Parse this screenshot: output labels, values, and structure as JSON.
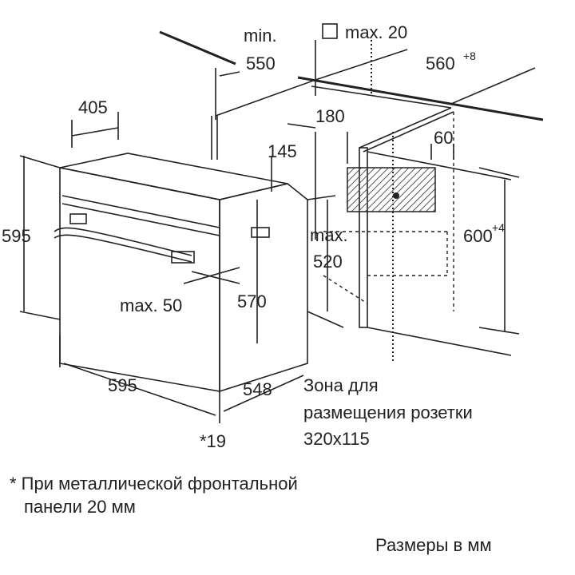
{
  "dims": {
    "min_label": "min.",
    "min_value": "550",
    "max20": "max. 20",
    "niche_width": "560",
    "niche_width_tol": "+8",
    "door_depth": "405",
    "d180": "180",
    "d60": "60",
    "d145": "145",
    "height_left": "595",
    "max520_label": "max.",
    "max520_value": "520",
    "niche_height": "600",
    "niche_height_tol": "+4",
    "max50": "max. 50",
    "d570": "570",
    "width_bottom": "595",
    "depth_548": "548",
    "star19": "*19"
  },
  "socket_zone": [
    "Зона для",
    "размещения розетки",
    "320x115"
  ],
  "footnote": [
    "* При металлической фронтальной",
    "панели 20 мм"
  ],
  "units_note": "Размеры в мм"
}
